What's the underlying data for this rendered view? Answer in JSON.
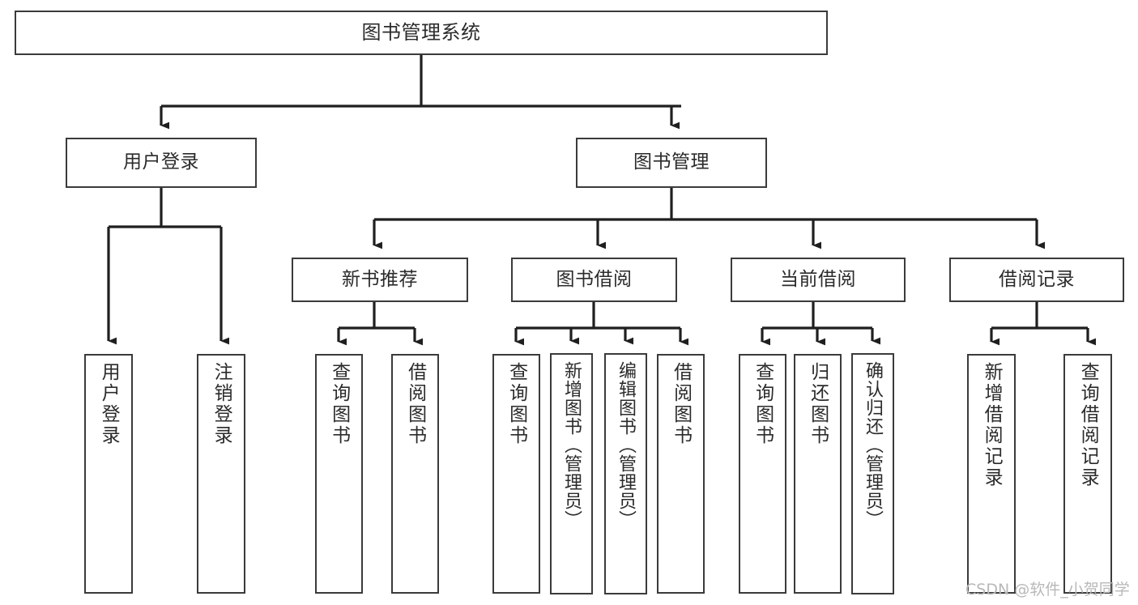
{
  "diagram": {
    "title": "图书管理系统",
    "type": "tree-hierarchy",
    "watermark": "CSDN @软件_小贺同学",
    "colors": {
      "background": "#ffffff",
      "box_border": "#3b3b3b",
      "box_fill": "#ffffff",
      "text": "#2b2b2b",
      "connector": "#1f1f1f",
      "watermark": "#b8b8b8"
    },
    "root": {
      "id": "root",
      "label": "图书管理系统"
    },
    "level1": [
      {
        "id": "user-login",
        "label": "用户登录"
      },
      {
        "id": "book-management",
        "label": "图书管理"
      }
    ],
    "level2": [
      {
        "id": "new-book-recommend",
        "label": "新书推荐",
        "parent": "book-management"
      },
      {
        "id": "book-borrow",
        "label": "图书借阅",
        "parent": "book-management"
      },
      {
        "id": "current-borrow",
        "label": "当前借阅",
        "parent": "book-management"
      },
      {
        "id": "borrow-record",
        "label": "借阅记录",
        "parent": "book-management"
      }
    ],
    "leaves": {
      "user-login": [
        {
          "id": "leaf-user-login",
          "label": "用户登录"
        },
        {
          "id": "leaf-logout-login",
          "label": "注销登录"
        }
      ],
      "new-book-recommend": [
        {
          "id": "leaf-query-book-1",
          "label": "查询图书"
        },
        {
          "id": "leaf-borrow-book-1",
          "label": "借阅图书"
        }
      ],
      "book-borrow": [
        {
          "id": "leaf-query-book-2",
          "label": "查询图书"
        },
        {
          "id": "leaf-add-book-admin",
          "label": "新增图书（管理员）"
        },
        {
          "id": "leaf-edit-book-admin",
          "label": "编辑图书（管理员）"
        },
        {
          "id": "leaf-borrow-book-2",
          "label": "借阅图书"
        }
      ],
      "current-borrow": [
        {
          "id": "leaf-query-book-3",
          "label": "查询图书"
        },
        {
          "id": "leaf-return-book",
          "label": "归还图书"
        },
        {
          "id": "leaf-confirm-return-admin",
          "label": "确认归还（管理员）"
        }
      ],
      "borrow-record": [
        {
          "id": "leaf-add-borrow-record",
          "label": "新增借阅记录"
        },
        {
          "id": "leaf-query-borrow-record",
          "label": "查询借阅记录"
        }
      ]
    }
  }
}
